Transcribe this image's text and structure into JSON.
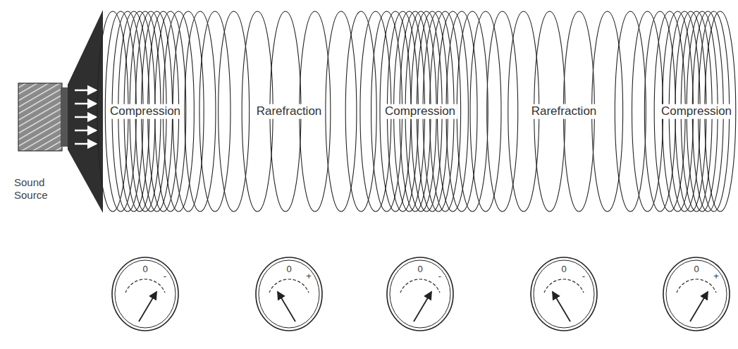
{
  "diagram": {
    "nodes": [
      {
        "text": [
          "0",
          "-"
        ]
      },
      {
        "text": [
          "0",
          "+"
        ]
      },
      {
        "text": [
          "0",
          "-"
        ]
      },
      {
        "text": [
          "0",
          "-"
        ]
      },
      {
        "text": [
          "0",
          "+"
        ]
      }
    ],
    "labels": [
      "Compression",
      "Rarefraction",
      "Compression",
      "Rarefraction",
      "Compression",
      "Sound Source"
    ]
  }
}
